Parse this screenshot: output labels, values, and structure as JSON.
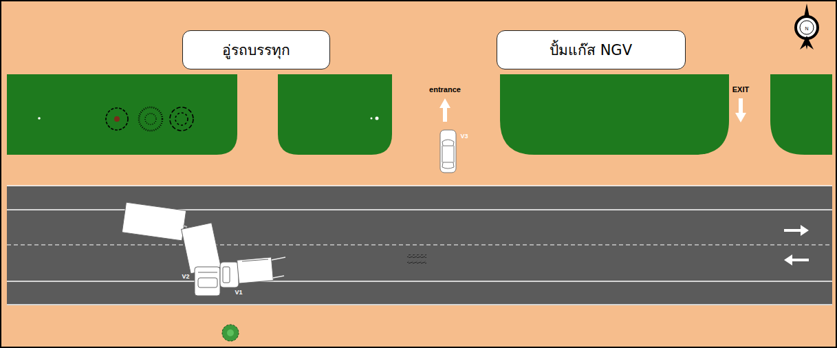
{
  "diagram": {
    "nodes": [
      {
        "text": [
          "อู่รถบรรทุก"
        ]
      },
      {
        "text": [
          "ปั้มแก๊ส NGV"
        ]
      }
    ],
    "labels": [
      "N",
      "entrance",
      "EXIT",
      "V3",
      "V2",
      "V1"
    ]
  }
}
